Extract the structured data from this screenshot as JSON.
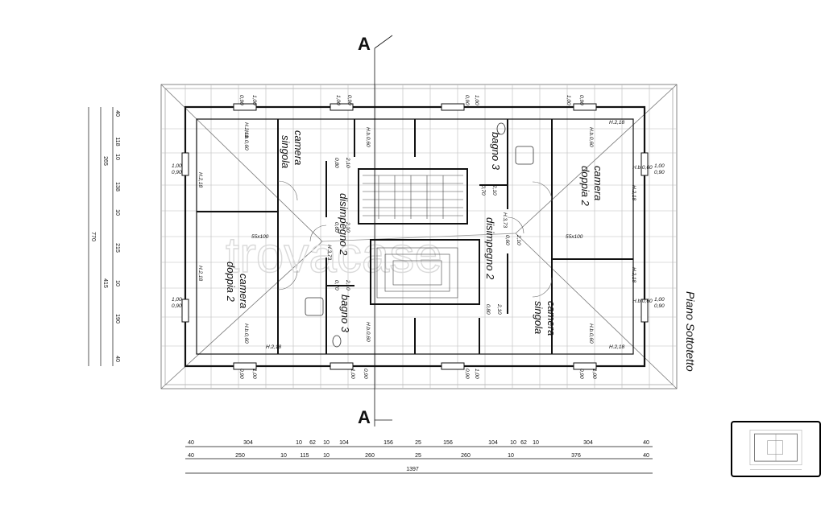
{
  "title": "Piano Sottotetto",
  "section_mark": "A",
  "watermark": "trovacase",
  "rooms": {
    "camera_singola_top": [
      "camera",
      "singola"
    ],
    "camera_doppia_top": [
      "camera",
      "doppia 2"
    ],
    "camera_doppia_bottom": [
      "camera",
      "doppia 2"
    ],
    "camera_singola_bottom": [
      "camera",
      "singola"
    ],
    "disimpegno_left": "disimpegno 2",
    "disimpegno_right": "disimpegno 2",
    "bagno_top": "bagno 3",
    "bagno_bottom": "bagno 3"
  },
  "notes": {
    "h218": "H.2,18",
    "hb060": "H.b.0,60",
    "h373": "H.3,73",
    "box": "55x100",
    "w100": "1,00",
    "w090": "0,90",
    "d070": "0,70",
    "d210": "2,10",
    "d060": "0,60",
    "d080": "0,80"
  },
  "dims_bottom_row1": [
    "40",
    "304",
    "10",
    "62",
    "10",
    "104",
    "156",
    "25",
    "156",
    "104",
    "10",
    "62",
    "10",
    "304",
    "40"
  ],
  "dims_bottom_row2": [
    "40",
    "250",
    "10",
    "115",
    "10",
    "260",
    "25",
    "260",
    "10",
    "376",
    "40"
  ],
  "dims_total": "1397",
  "dims_left_col1": [
    "40",
    "118",
    "10",
    "138",
    "10",
    "215",
    "10",
    "190",
    "40"
  ],
  "dims_left_col2": [
    "265",
    "415"
  ],
  "dims_left_total": "770"
}
